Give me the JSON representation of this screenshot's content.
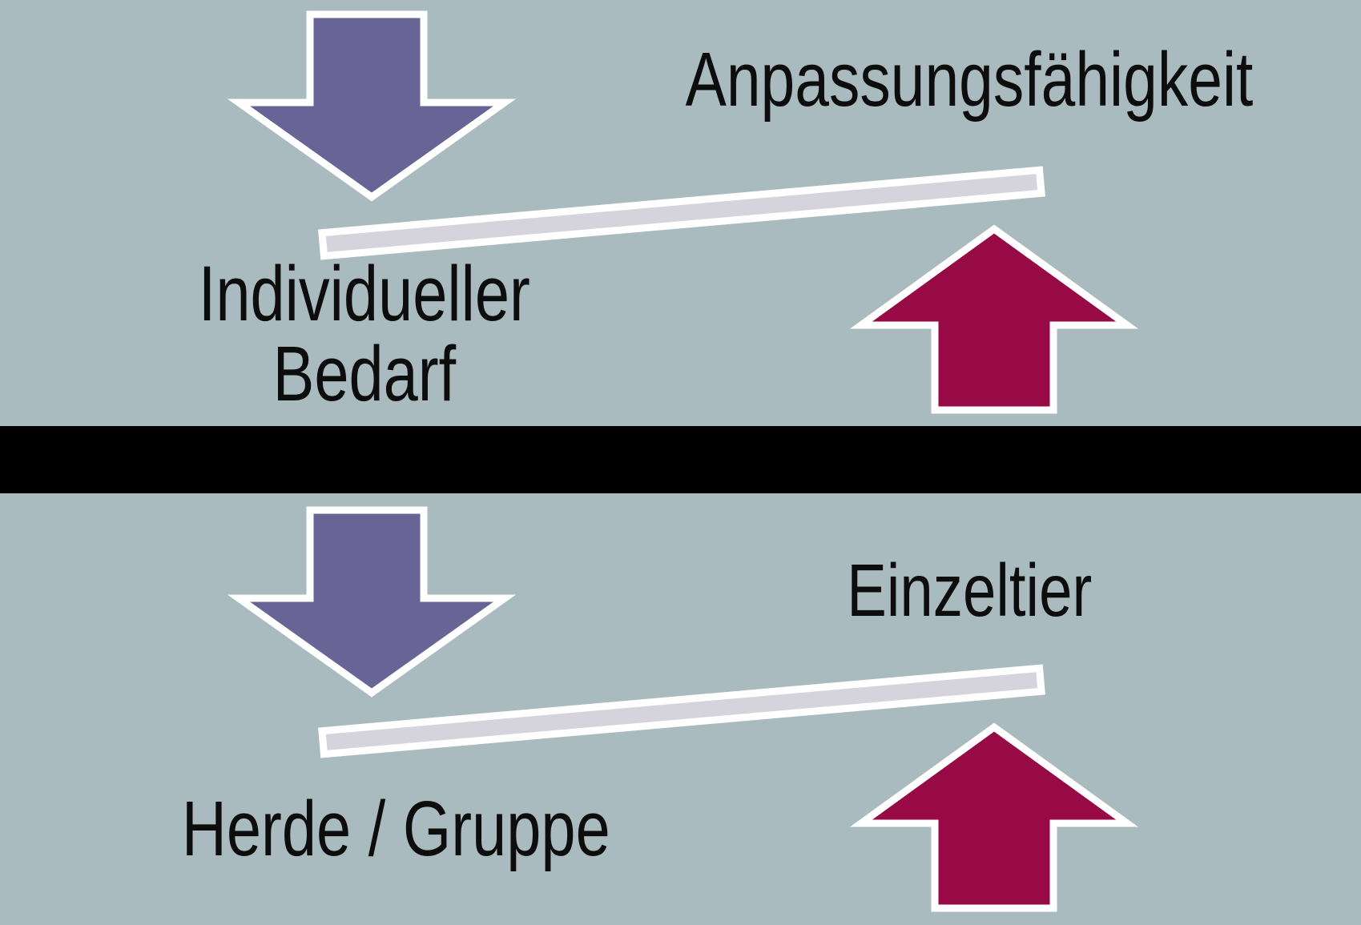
{
  "colors": {
    "background": "#aabbbf",
    "divider": "#000000",
    "down_arrow": "#686596",
    "up_arrow": "#970a46",
    "bar_fill": "#d5d4dd",
    "bar_outline": "#ffffff",
    "text": "#0d0d0d"
  },
  "top_panel": {
    "right_label": "Anpassungsfähigkeit",
    "left_label_line1": "Individueller",
    "left_label_line2": "Bedarf"
  },
  "bottom_panel": {
    "right_label": "Einzeltier",
    "left_label": "Herde / Gruppe"
  },
  "icons": {
    "down_arrow": "down-arrow-icon",
    "up_arrow": "up-arrow-icon",
    "seesaw_bar": "tilted-balance-bar"
  }
}
